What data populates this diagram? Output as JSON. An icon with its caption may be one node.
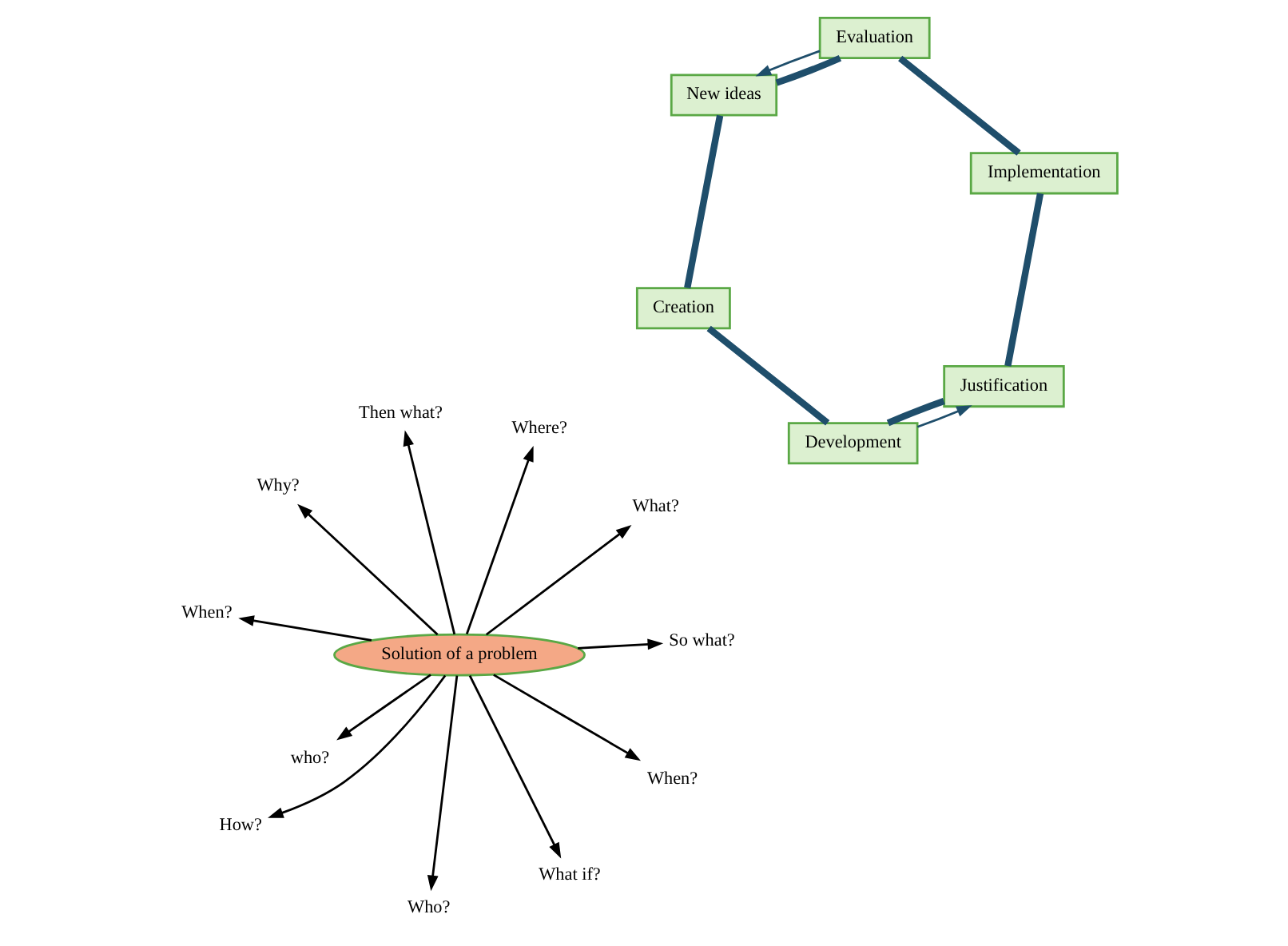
{
  "diagram": {
    "nodes": [
      {
        "text": [
          "Creation"
        ]
      },
      {
        "text": [
          "New ideas"
        ]
      },
      {
        "text": [
          "When?"
        ]
      },
      {
        "text": [
          "What?"
        ]
      },
      {
        "text": [
          "Who?"
        ]
      },
      {
        "text": [
          "Development"
        ]
      },
      {
        "text": [
          "Then what?"
        ]
      },
      {
        "text": [
          "Solution of a problem"
        ]
      },
      {
        "text": [
          "Where?"
        ]
      },
      {
        "text": [
          "How?"
        ]
      },
      {
        "text": [
          "So what?"
        ]
      },
      {
        "text": [
          "Evaluation"
        ]
      },
      {
        "text": [
          "who?"
        ]
      },
      {
        "text": [
          "Justification"
        ]
      },
      {
        "text": [
          "When?"
        ]
      },
      {
        "text": [
          "What if?"
        ]
      },
      {
        "text": [
          "Why?"
        ]
      },
      {
        "text": [
          "Implementation"
        ]
      }
    ],
    "edges": [
      {
        "from": 7,
        "to": 2,
        "arrow": "to"
      },
      {
        "from": 7,
        "to": 3,
        "arrow": "to"
      },
      {
        "from": 7,
        "to": 4,
        "arrow": "to"
      },
      {
        "from": 7,
        "to": 8,
        "arrow": "to"
      },
      {
        "from": 7,
        "to": 9,
        "arrow": "to"
      },
      {
        "from": 7,
        "to": 14,
        "arrow": "to"
      },
      {
        "from": 7,
        "to": 16,
        "arrow": "to"
      },
      {
        "from": 7,
        "to": 15,
        "arrow": "to"
      },
      {
        "from": 7,
        "to": 12,
        "arrow": "to"
      },
      {
        "from": 7,
        "to": 10,
        "arrow": "to"
      },
      {
        "from": 7,
        "to": 6,
        "arrow": "to"
      },
      {
        "from": 0,
        "to": 5,
        "arrow": "none",
        "style": "thick",
        "color": "#1f4e6b"
      },
      {
        "from": 5,
        "to": 13,
        "arrow": "none",
        "style": "thick",
        "color": "#1f4e6b"
      },
      {
        "from": 13,
        "to": 17,
        "arrow": "none",
        "style": "thick",
        "color": "#1f4e6b"
      },
      {
        "from": 17,
        "to": 11,
        "arrow": "none",
        "style": "thick",
        "color": "#1f4e6b"
      },
      {
        "from": 11,
        "to": 1,
        "arrow": "none",
        "style": "thick",
        "color": "#1f4e6b"
      },
      {
        "from": 1,
        "to": 0,
        "arrow": "none",
        "style": "thick",
        "color": "#1f4e6b"
      },
      {
        "from": 5,
        "to": 13,
        "arrow": "to",
        "color": "#1f4e6b"
      },
      {
        "from": 11,
        "to": 1,
        "arrow": "to",
        "color": "#1f4e6b"
      }
    ]
  }
}
